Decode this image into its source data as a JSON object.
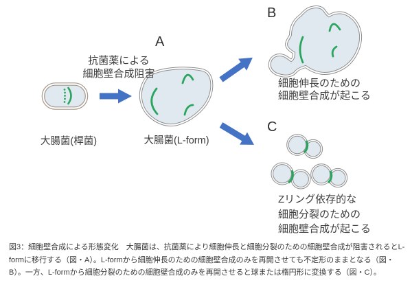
{
  "diagram": {
    "panel_labels": {
      "a": "A",
      "b": "B",
      "c": "C"
    },
    "treatment": {
      "line1": "抗菌薬による",
      "line2": "細胞壁合成阻害"
    },
    "rod_label": "大腸菌(桿菌)",
    "lform_label": "大腸菌(L-form)",
    "panel_b_caption": {
      "line1": "細胞伸長のための",
      "line2": "細胞壁合成が起こる"
    },
    "panel_c_caption": {
      "line1": "Zリング依存的な",
      "line2": "細胞分裂のための",
      "line3": "細胞壁合成が起こる"
    }
  },
  "figure_caption": "図3：細胞壁合成による形態変化　大腸菌は、抗菌薬により細胞伸長と細胞分裂のための細胞壁合成が阻害されるとL-formに移行する（図・A）。L-formから細胞伸長のための細胞壁合成のみを再開させても不定形のままとなる（図・B）。一方、L-formから細胞分裂のための細胞壁合成のみを再開させると球または楕円形に変換する（図・C）。",
  "colors": {
    "arrow_blue": "#4472c4",
    "septum_green": "#2aa45f",
    "cell_fill": "#e1e9f0",
    "rod_outline": "#a6968a",
    "membrane_gray": "#8e8e8e",
    "text": "#3d3d3d"
  }
}
